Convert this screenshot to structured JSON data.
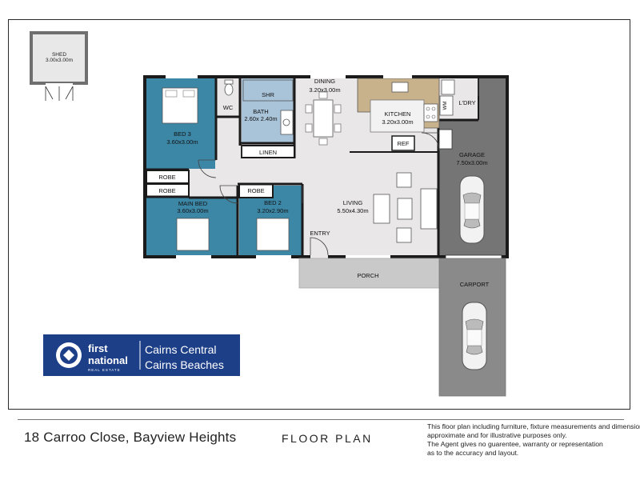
{
  "rooms": {
    "shed": {
      "name": "SHED",
      "size": "3.00x3.00m"
    },
    "bed3": {
      "name": "BED 3",
      "size": "3.60x3.00m"
    },
    "wc": {
      "name": "WC"
    },
    "shr": {
      "name": "SHR"
    },
    "bath": {
      "name": "BATH",
      "size": "2.60x 2.40m"
    },
    "linen": {
      "name": "LINEN"
    },
    "dining": {
      "name": "DINING",
      "size": "3.20x3.00m"
    },
    "kitchen": {
      "name": "KITCHEN",
      "size": "3.20x3.00m"
    },
    "ref": {
      "name": "REF"
    },
    "ldry": {
      "name": "L'DRY"
    },
    "wm": {
      "name": "WM"
    },
    "garage": {
      "name": "GARAGE",
      "size": "7.50x3.00m"
    },
    "robe1": {
      "name": "ROBE"
    },
    "robe2": {
      "name": "ROBE"
    },
    "robe3": {
      "name": "ROBE"
    },
    "main_bed": {
      "name": "MAIN BED",
      "size": "3.60x3.00m"
    },
    "bed2": {
      "name": "BED 2",
      "size": "3.20x2.90m"
    },
    "living": {
      "name": "LIVING",
      "size": "5.50x4.30m"
    },
    "entry": {
      "name": "ENTRY"
    },
    "porch": {
      "name": "PORCH"
    },
    "carport": {
      "name": "CARPORT"
    }
  },
  "logo": {
    "brand_line1": "first",
    "brand_line2": "national",
    "brand_sub": "REAL ESTATE",
    "office1": "Cairns Central",
    "office2": "Cairns Beaches"
  },
  "footer": {
    "address": "18 Carroo Close, Bayview Heights",
    "title": "FLOOR PLAN",
    "disclaimer": [
      "This floor plan including furniture, fixture measurements and dimensions are",
      "approximate and for illustrative purposes only.",
      "The Agent gives no guarentee, warranty or representation",
      "as to the accuracy and layout."
    ]
  },
  "colors": {
    "bedroom": "#3d87a6",
    "bathroom": "#a9c3d9",
    "floor": "#e9e7e7",
    "garage": "#757575",
    "porch": "#c9c9c9",
    "walls": "#1a1a1a",
    "logo_blue": "#1d3f88"
  }
}
